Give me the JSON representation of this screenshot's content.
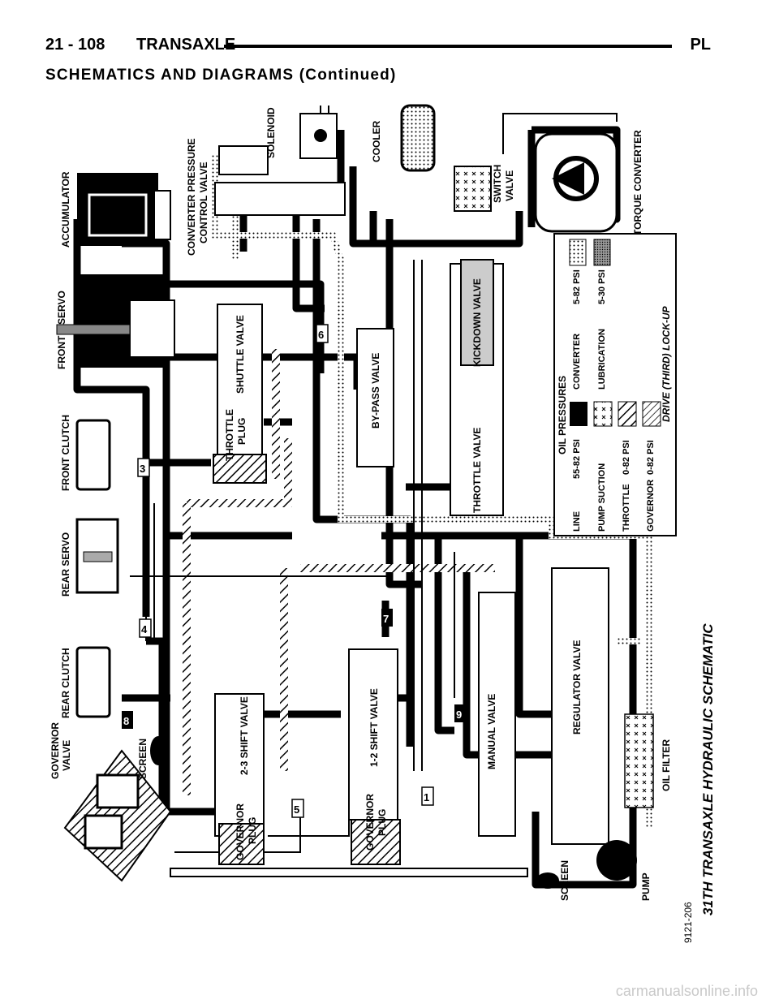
{
  "header": {
    "page_number": "21 - 108",
    "title": "TRANSAXLE",
    "right": "PL",
    "section": "SCHEMATICS AND DIAGRAMS (Continued)"
  },
  "diagram": {
    "caption": "31TH TRANSAXLE HYDRAULIC SCHEMATIC",
    "figure_id": "9121-206",
    "components": {
      "accumulator": "ACCUMULATOR",
      "front_servo_1": "FRONT",
      "front_servo_2": "SERVO",
      "front_clutch": "FRONT CLUTCH",
      "rear_servo": "REAR SERVO",
      "rear_clutch": "REAR CLUTCH",
      "governor_valve_1": "GOVERNOR",
      "governor_valve_2": "VALVE",
      "screen_left": "SCREEN",
      "conv_pressure_1": "CONVERTER PRESSURE",
      "conv_pressure_2": "CONTROL VALVE",
      "solenoid": "SOLENOID",
      "cooler": "COOLER",
      "switch_valve_1": "SWITCH",
      "switch_valve_2": "VALVE",
      "torque_converter": "TORQUE CONVERTER",
      "shuttle_valve": "SHUTTLE VALVE",
      "throttle_plug_1": "THROTTLE",
      "throttle_plug_2": "PLUG",
      "bypass_valve": "BY-PASS VALVE",
      "kickdown_valve": "KICKDOWN VALVE",
      "throttle_valve": "THROTTLE VALVE",
      "shift_23": "2-3 SHIFT VALVE",
      "governor_plug_a1": "GOVERNOR",
      "governor_plug_a2": "PLUG",
      "shift_12": "1-2 SHIFT VALVE",
      "governor_plug_b1": "GOVERNOR",
      "governor_plug_b2": "PLUG",
      "manual_valve": "MANUAL VALVE",
      "regulator_valve": "REGULATOR VALVE",
      "oil_filter": "OIL FILTER",
      "screen_bottom": "SCREEN",
      "pump": "PUMP"
    },
    "circuit_numbers": [
      "1",
      "3",
      "4",
      "5",
      "6",
      "7",
      "8",
      "9"
    ],
    "legend": {
      "title": "OIL PRESSURES",
      "rows": [
        {
          "name": "LINE",
          "psi": "55-82 PSI",
          "fill": "solid"
        },
        {
          "name": "PUMP SUCTION",
          "psi": "",
          "fill": "cross"
        },
        {
          "name": "THROTTLE",
          "psi": "0-82 PSI",
          "fill": "hatch"
        },
        {
          "name": "GOVERNOR",
          "psi": "0-82 PSI",
          "fill": "hatch-double"
        },
        {
          "name": "CONVERTER",
          "psi": "5-82 PSI",
          "fill": "dots"
        },
        {
          "name": "LUBRICATION",
          "psi": "5-30 PSI",
          "fill": "fine"
        }
      ],
      "mode": "DRIVE (THIRD) LOCK-UP"
    }
  },
  "footer": {
    "watermark": "carmanualsonline.info"
  }
}
